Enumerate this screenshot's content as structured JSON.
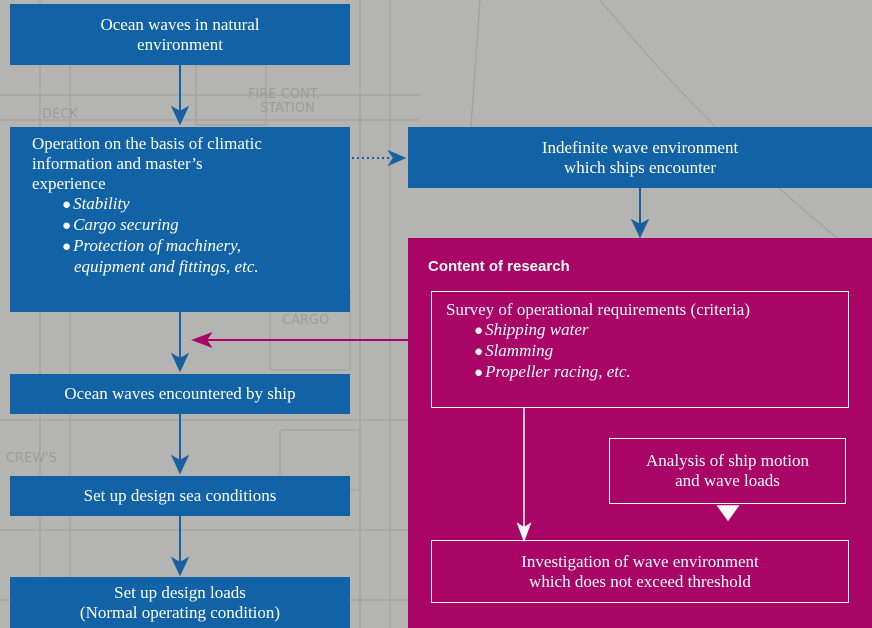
{
  "box_ocean_natural": [
    "Ocean waves in natural",
    "environment"
  ],
  "box_operation": {
    "lines": [
      "Operation on the basis of climatic",
      "information and master’s",
      "experience"
    ],
    "bullets": [
      "Stability",
      "Cargo securing",
      "Protection of machinery,"
    ],
    "bullet_continuation": "equipment and fittings, etc."
  },
  "box_indefinite": [
    "Indefinite wave environment",
    "which ships encounter"
  ],
  "box_encountered": "Ocean waves encountered by ship",
  "box_sea_conditions": "Set up design sea conditions",
  "box_design_loads": [
    "Set up design loads",
    "(Normal operating condition)"
  ],
  "research": {
    "title": "Content of research",
    "survey": {
      "heading": "Survey of operational requirements (criteria)",
      "bullets": [
        "Shipping water",
        "Slamming",
        "Propeller racing, etc."
      ]
    },
    "analysis": [
      "Analysis of ship motion",
      "and wave loads"
    ],
    "investigation": [
      "Investigation of wave environment",
      "which does not exceed threshold"
    ]
  },
  "colors": {
    "blue_box": "#1263a6",
    "magenta_panel": "#a90567",
    "arrow_blue": "#1a5fa0",
    "arrow_magenta": "#a90567",
    "text": "#ffffff"
  },
  "bullet_glyph": "●"
}
